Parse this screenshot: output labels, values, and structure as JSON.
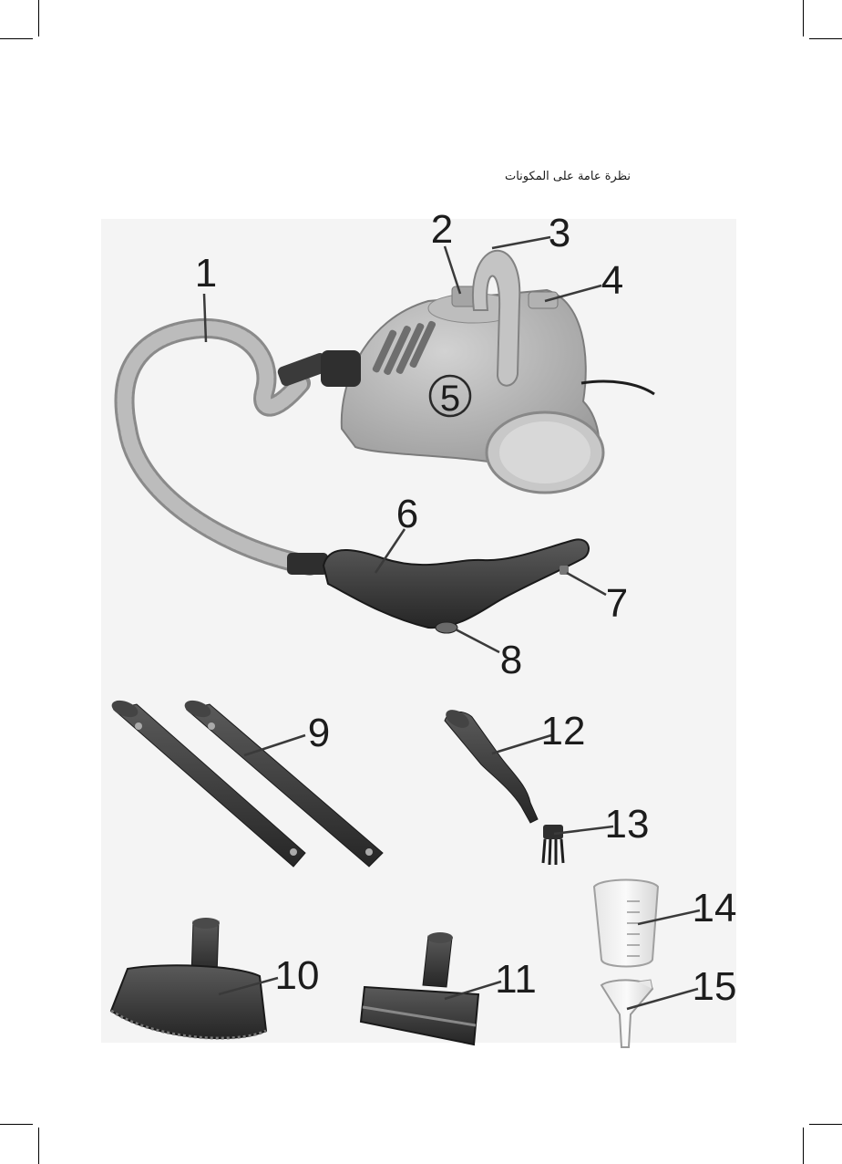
{
  "heading": "نظرة عامة على المكونات",
  "callouts": [
    "1",
    "2",
    "3",
    "4",
    "5",
    "6",
    "7",
    "8",
    "9",
    "10",
    "11",
    "12",
    "13",
    "14",
    "15"
  ],
  "icons": {
    "steamer": "steam-cleaner-unit-icon",
    "hose": "steam-hose-icon",
    "handle": "steam-gun-handle-icon",
    "tubes": "extension-tube-icon",
    "floor_nozzle": "floor-nozzle-icon",
    "window_nozzle": "window-squeegee-icon",
    "angled_nozzle": "angled-nozzle-icon",
    "round_brush": "round-brush-icon",
    "measuring_cup": "measuring-cup-icon",
    "funnel": "funnel-icon"
  }
}
